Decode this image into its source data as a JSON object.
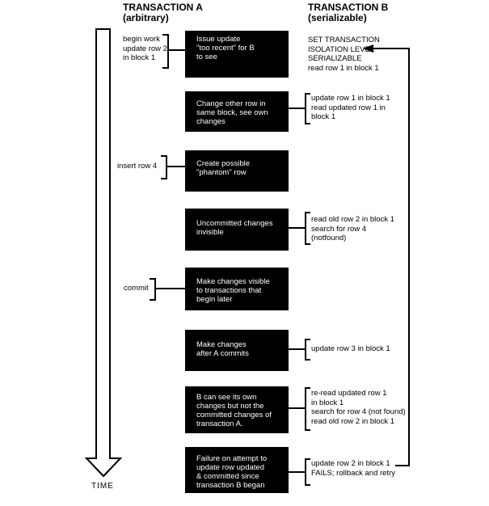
{
  "title_a": {
    "line1": "TRANSACTION A",
    "line2": "(arbitrary)"
  },
  "title_b": {
    "line1": "TRANSACTION B",
    "line2": "(serializable)"
  },
  "time_label": "TIME",
  "boxes": [
    {
      "text": "Issue update\n\"too recent\" for B\nto see"
    },
    {
      "text": "Change other row in\nsame block, see own\nchanges"
    },
    {
      "text": "Create possible\n\"phantom\" row"
    },
    {
      "text": "Uncommitted changes\ninvisible"
    },
    {
      "text": "Make changes visible\nto transactions that\nbegin later"
    },
    {
      "text": "Make changes\nafter A commits"
    },
    {
      "text": "B can see its own\nchanges but not the\ncommitted changes of\ntransaction A."
    },
    {
      "text": "Failure on attempt to\nupdate row updated\n& committed since\ntransaction B began"
    }
  ],
  "left_notes": [
    {
      "text": "begin work\nupdate row 2\nin block 1"
    },
    {
      "text": "insert row 4"
    },
    {
      "text": "commit"
    }
  ],
  "right_notes": [
    {
      "text": "SET TRANSACTION\nISOLATION LEVEL\nSERIALIZABLE\nread row 1 in block 1"
    },
    {
      "text": "update row 1 in block 1\nread updated row 1 in\nblock 1"
    },
    {
      "text": "read old row 2 in block 1\nsearch for row 4\n(notfound)"
    },
    {
      "text": "update row 3 in block 1"
    },
    {
      "text": "re-read updated row 1\nin block 1\nsearch for row 4 (not found)\nread old row 2 in block 1"
    },
    {
      "text": "update row 2 in block 1\nFAILS; rollback and retry"
    }
  ],
  "colors": {
    "background": "#ffffff",
    "box_bg": "#000000",
    "box_text": "#ffffff",
    "line": "#000000"
  }
}
